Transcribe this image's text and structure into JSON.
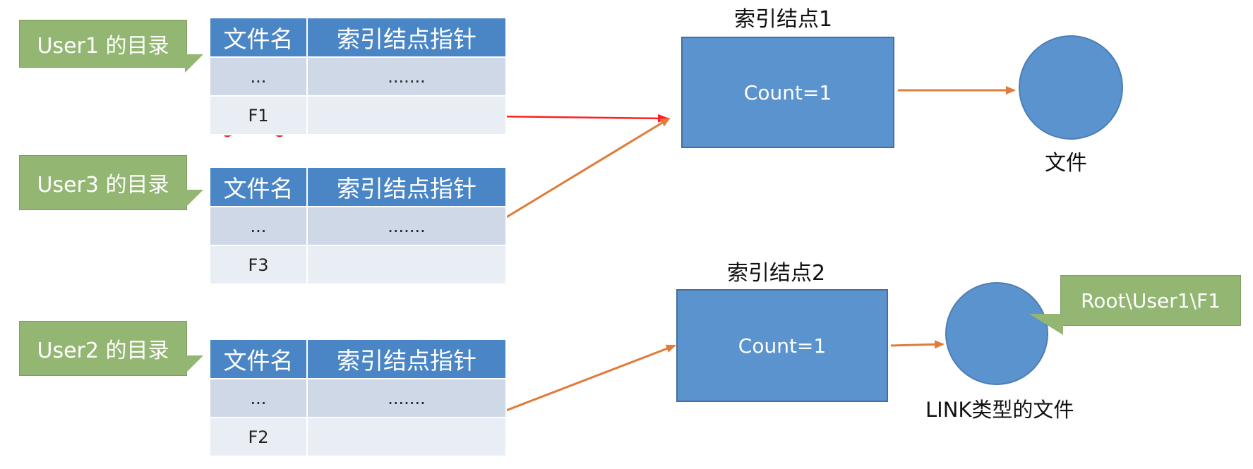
{
  "directories": [
    {
      "callout": "User1 的目录",
      "headers": [
        "文件名",
        "索引结点指针"
      ],
      "rows": [
        [
          "...",
          "......."
        ],
        [
          "F1",
          ""
        ]
      ],
      "deleted_row": true
    },
    {
      "callout": "User3 的目录",
      "headers": [
        "文件名",
        "索引结点指针"
      ],
      "rows": [
        [
          "...",
          "......."
        ],
        [
          "F3",
          ""
        ]
      ],
      "deleted_row": false
    },
    {
      "callout": "User2 的目录",
      "headers": [
        "文件名",
        "索引结点指针"
      ],
      "rows": [
        [
          "...",
          "......."
        ],
        [
          "F2",
          ""
        ]
      ],
      "deleted_row": false
    }
  ],
  "nodes": [
    {
      "title": "索引结点1",
      "body": "Count=1"
    },
    {
      "title": "索引结点2",
      "body": "Count=1"
    }
  ],
  "files": [
    {
      "label": "文件"
    },
    {
      "label": "LINK类型的文件",
      "callout": "Root\\User1\\F1"
    }
  ],
  "colors": {
    "header_blue": "#4a86c5",
    "node_blue": "#5b93cf",
    "callout_green": "#93b673",
    "arrow_orange": "#e07b39",
    "arrow_red": "#ff2020",
    "delete_mark": "#e53030"
  }
}
